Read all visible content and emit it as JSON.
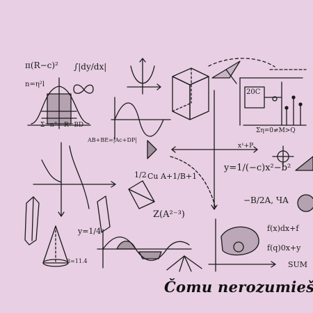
{
  "colors": {
    "background": "#e8cfe3",
    "ink": "#1a1a1a"
  },
  "formulas": {
    "pi_r": "π(R−c)²",
    "n_eq": "n=η²l",
    "int_dy": "∫|dy/dx|",
    "sigma_nm": "Σ=n°",
    "r_bd": "R=BD",
    "ab_be": "AB+BE=|Ac+DP|",
    "frac_half": "1/2",
    "cu_frac": "Cu A+1/B+1",
    "y_frac": "y=1/(−c)x²−b²",
    "z_a": "Z(A²⁻³)",
    "fx1": "f(x)dx+f",
    "fx2": "f(q)0x+y",
    "sum": "SUM",
    "b_2a": "−B/2A, ЧA",
    "sigma_row": "Ση=0≠M>Q",
    "x_plus": "x¹+P",
    "y_frac_small": "y=1/4",
    "three": "3=11.4",
    "twenty_c": "20C"
  },
  "caption": "Čomu nerozumieš?"
}
